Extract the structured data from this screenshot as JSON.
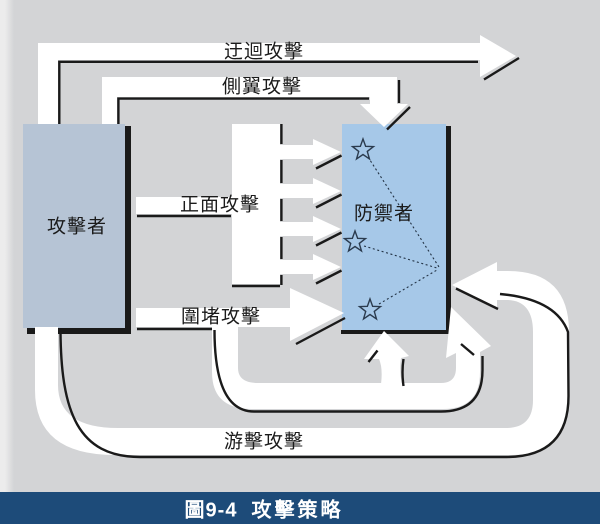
{
  "colors": {
    "page-bg": "#d3d4d6",
    "page-edge": "#ececec",
    "attacker-fill": "#b6c4d5",
    "defender-fill": "#a6c8e8",
    "arrow-fill": "#ffffff",
    "shadow-line": "#1a1a1a",
    "label-color": "#1b1b1b",
    "caption-bar": "#1d4b79",
    "caption-text": "#ffffff",
    "star-stroke": "#2b3b4e"
  },
  "diagram": {
    "attacker": {
      "label": "攻擊者"
    },
    "defender": {
      "label": "防禦者",
      "star_glyph": "☆",
      "star_count": 3
    },
    "strategies": [
      {
        "name": "bypass-attack",
        "label": "迂迴攻擊"
      },
      {
        "name": "flank-attack",
        "label": "側翼攻擊"
      },
      {
        "name": "frontal-attack",
        "label": "正面攻擊"
      },
      {
        "name": "containment-attack",
        "label": "圍堵攻擊"
      },
      {
        "name": "guerrilla-attack",
        "label": "游擊攻擊"
      }
    ]
  },
  "caption": {
    "figure_label": "圖9-4",
    "title": "攻擊策略"
  }
}
